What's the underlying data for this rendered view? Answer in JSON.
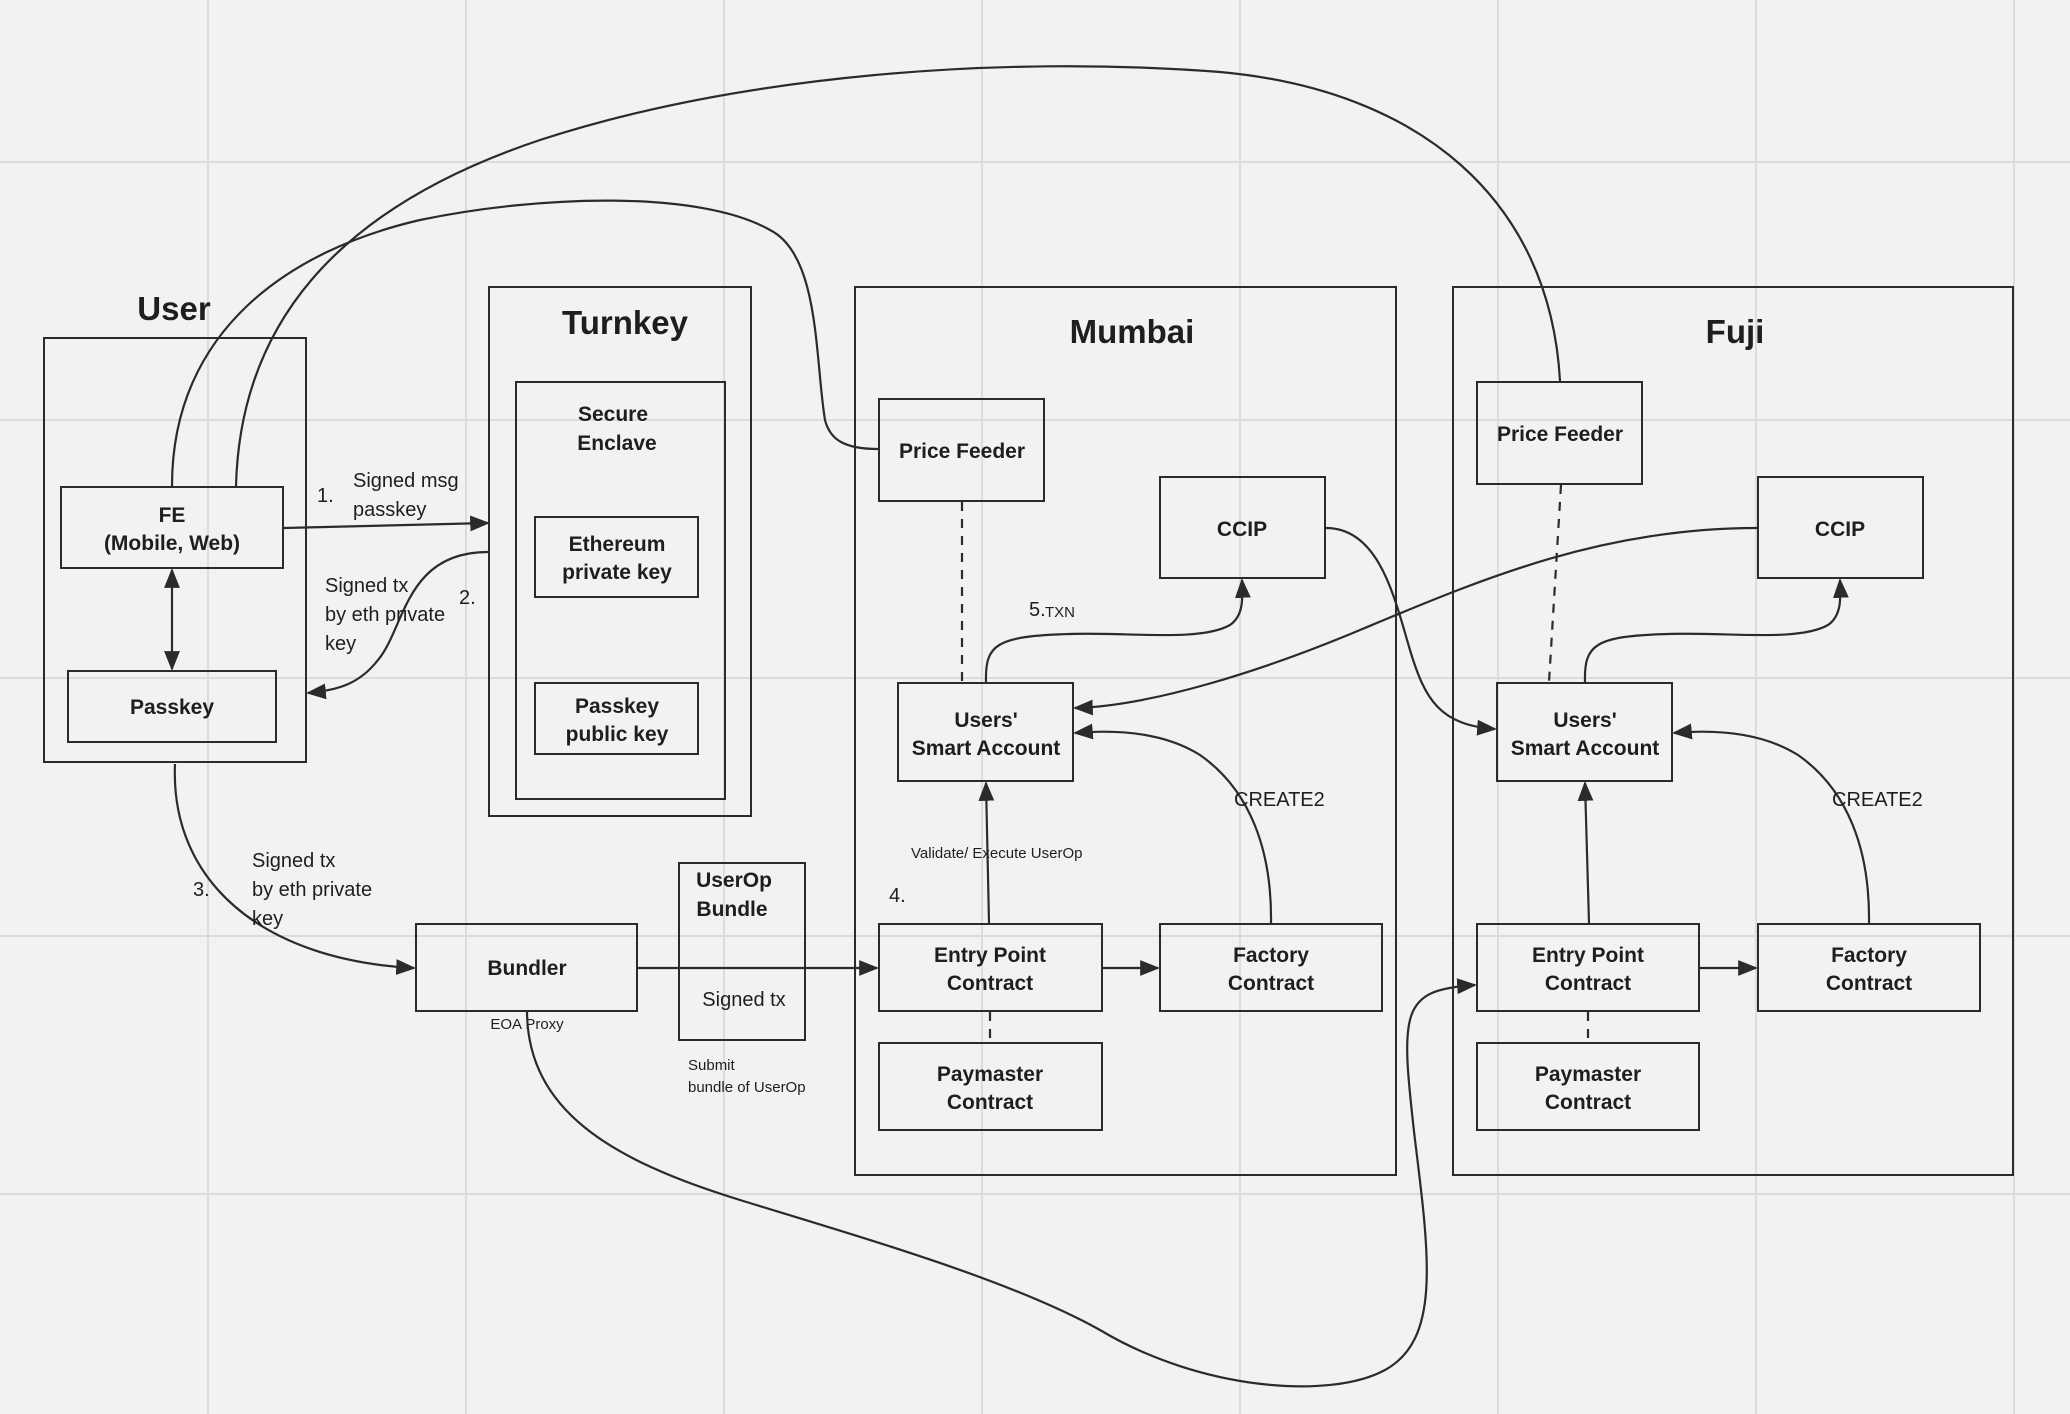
{
  "regions": {
    "user": "User",
    "turnkey": "Turnkey",
    "mumbai": "Mumbai",
    "fuji": "Fuji"
  },
  "turnkey": {
    "enclave": [
      "Secure",
      "Enclave"
    ],
    "eth_key": [
      "Ethereum",
      "private key"
    ],
    "passkey_pub": [
      "Passkey",
      "public key"
    ]
  },
  "user": {
    "fe": [
      "FE",
      "(Mobile, Web)"
    ],
    "passkey": "Passkey"
  },
  "bundler": {
    "label": "Bundler",
    "sub": "EOA Proxy"
  },
  "userop_bundle": {
    "title": [
      "UserOp",
      "Bundle"
    ],
    "content": "Signed tx",
    "note": [
      "Submit",
      "bundle of UserOp"
    ]
  },
  "mumbai": {
    "price_feeder": "Price Feeder",
    "ccip": "CCIP",
    "smart_account": [
      "Users'",
      "Smart Account"
    ],
    "entry_point": [
      "Entry Point",
      "Contract"
    ],
    "factory": [
      "Factory",
      "Contract"
    ],
    "paymaster": [
      "Paymaster",
      "Contract"
    ],
    "create2": "CREATE2",
    "validate": "Validate/ Execute UserOp",
    "step4": "4.",
    "step5": "5.",
    "txn": "TXN"
  },
  "fuji": {
    "price_feeder": "Price Feeder",
    "ccip": "CCIP",
    "smart_account": [
      "Users'",
      "Smart Account"
    ],
    "entry_point": [
      "Entry Point",
      "Contract"
    ],
    "factory": [
      "Factory",
      "Contract"
    ],
    "paymaster": [
      "Paymaster",
      "Contract"
    ],
    "create2": "CREATE2"
  },
  "steps": {
    "s1_num": "1.",
    "s1_text": [
      "Signed msg",
      "passkey"
    ],
    "s2_num": "2.",
    "s2_text": [
      "Signed tx",
      "by eth private",
      "key"
    ],
    "s3_num": "3.",
    "s3_text": [
      "Signed tx",
      "by eth private",
      "key"
    ]
  }
}
